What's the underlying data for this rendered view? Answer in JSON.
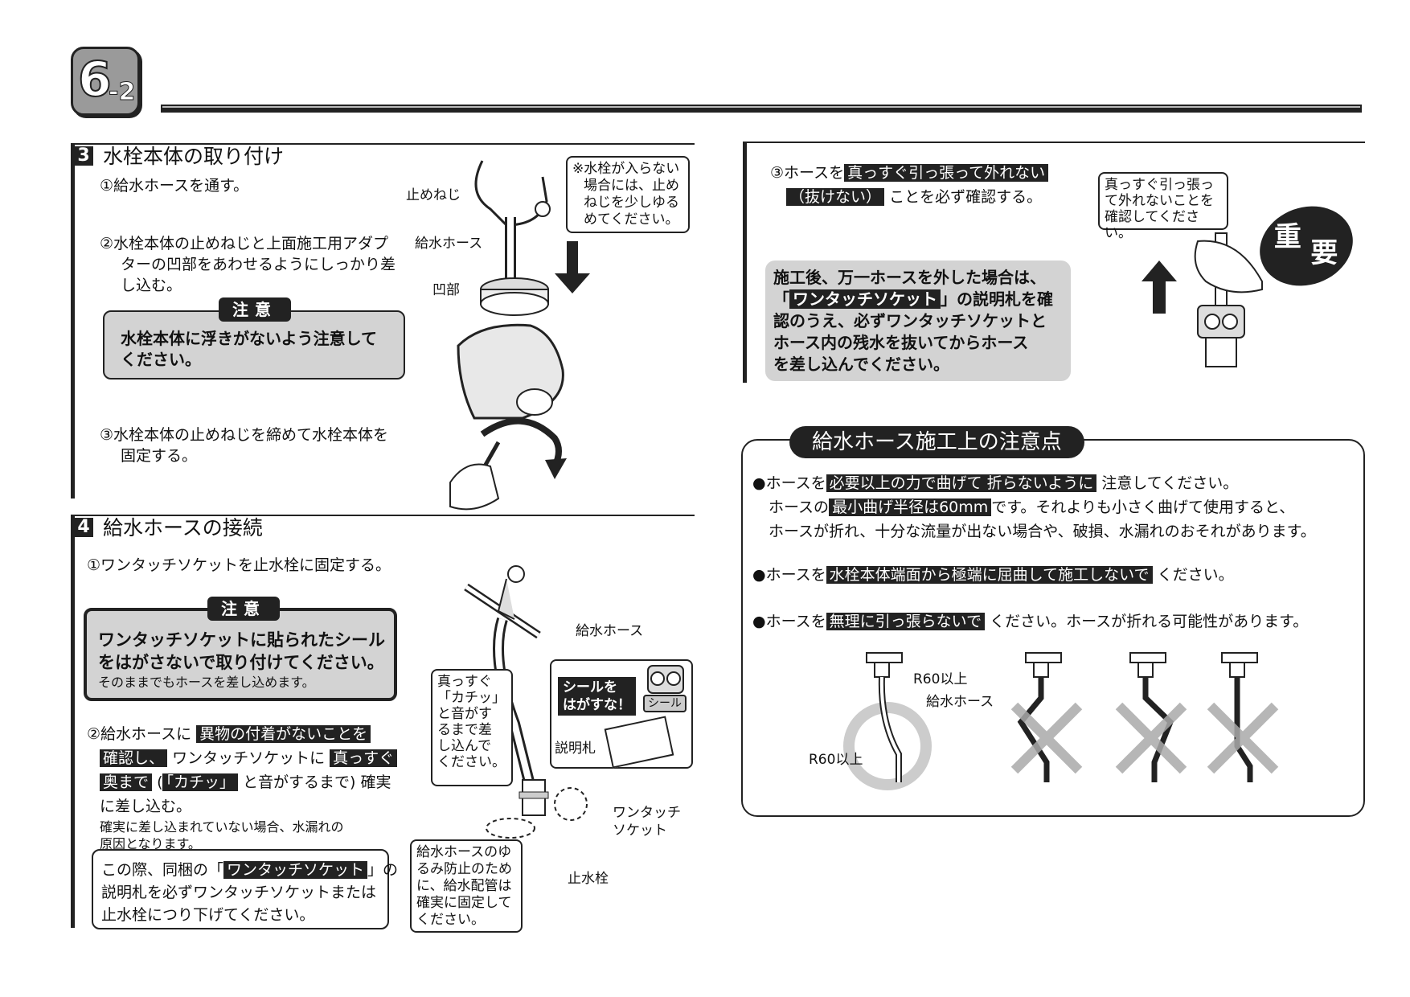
{
  "header": {
    "chapter_main": "6",
    "chapter_sub": "-2"
  },
  "section3": {
    "number": "3",
    "title": "水栓本体の取り付け",
    "step1": "①給水ホースを通す。",
    "step2_line1": "②水栓本体の止めねじと上面施工用アダプ",
    "step2_line2": "ターの凹部をあわせるようにしっかり差",
    "step2_line3": "し込む。",
    "caution_label": "注意",
    "caution_line1": "水栓本体に浮きがないよう注意して",
    "caution_line2": "ください。",
    "step3_line1": "③水栓本体の止めねじを締めて水栓本体を",
    "step3_line2": "固定する。",
    "label_stopscrew": "止めねじ",
    "label_hose": "給水ホース",
    "label_recess": "凹部",
    "note_line1": "※水栓が入らない",
    "note_line2": "場合には、止め",
    "note_line3": "ねじを少しゆる",
    "note_line4": "めてください。"
  },
  "section4": {
    "number": "4",
    "title": "給水ホースの接続",
    "step1": "①ワンタッチソケットを止水栓に固定する。",
    "caution_label": "注意",
    "caution_line1": "ワンタッチソケットに貼られたシール",
    "caution_line2": "をはがさないで取り付けてください。",
    "caution_line3": "そのままでもホースを差し込めます。",
    "step2_a": "②給水ホースに",
    "step2_hl1": "異物の付着がないことを",
    "step2_hl2": "確認し、",
    "step2_b": "ワンタッチソケットに",
    "step2_hl3": "真っすぐ",
    "step2_hl4": "奥まで",
    "step2_c": "(",
    "step2_hl5": "「カチッ」",
    "step2_d": "と音がするまで) 確実",
    "step2_e": "に差し込む。",
    "step2_note1": "確実に差し込まれていない場合、水漏れの",
    "step2_note2": "原因となります。",
    "box_a": "この際、同梱の「",
    "box_hl": "ワンタッチソケット",
    "box_b": "」の",
    "box_line2": "説明札を必ずワンタッチソケットまたは",
    "box_line3": "止水栓につり下げてください。",
    "label_hose": "給水ホース",
    "callout_click": [
      "真っすぐ",
      "「カチッ」",
      "と音がす",
      "るまで差",
      "し込んで",
      "ください。"
    ],
    "seal_line1": "シールを",
    "seal_line2": "はがすな！",
    "seal_tag": "シール",
    "label_tag": "説明札",
    "label_socket1": "ワンタッチ",
    "label_socket2": "ソケット",
    "callout_pipe": [
      "給水ホースのゆ",
      "るみ防止のため",
      "に、給水配管は",
      "確実に固定して",
      "ください。"
    ],
    "label_valve": "止水栓"
  },
  "section_right": {
    "step3_a": "③ホースを",
    "step3_hl1": "真っすぐ引っ張って外れない",
    "step3_hl2": "（抜けない）",
    "step3_b": "ことを必ず確認する。",
    "bubble": [
      "真っすぐ引っ張っ",
      "て外れないことを",
      "確認してください。"
    ],
    "important_1": "重",
    "important_2": "要",
    "info_line1": "施工後、万一ホースを外した場合は、",
    "info_q1": "「",
    "info_hl": "ワンタッチソケット",
    "info_q2": "」の説明札を確",
    "info_line3": "認のうえ、必ずワンタッチソケットと",
    "info_line4": "ホース内の残水を抜いてからホース",
    "info_line5": "を差し込んでください。"
  },
  "precautions": {
    "title": "給水ホース施工上の注意点",
    "p1_a": "●ホースを",
    "p1_hl": "必要以上の力で曲げて 折らないように",
    "p1_b": "注意してください。",
    "p1_c": "ホースの",
    "p1_hl2": "最小曲げ半径は60mm",
    "p1_d": "です。それよりも小さく曲げて使用すると、",
    "p1_e": "ホースが折れ、十分な流量が出ない場合や、破損、水漏れのおそれがあります。",
    "p2_a": "●ホースを",
    "p2_hl": "水栓本体端面から極端に屈曲して施工しないで",
    "p2_b": "ください。",
    "p3_a": "●ホースを",
    "p3_hl": "無理に引っ張らないで",
    "p3_b": "ください。ホースが折れる可能性があります。",
    "label_r60_top": "R60以上",
    "label_hose": "給水ホース",
    "label_r60_bottom": "R60以上"
  }
}
